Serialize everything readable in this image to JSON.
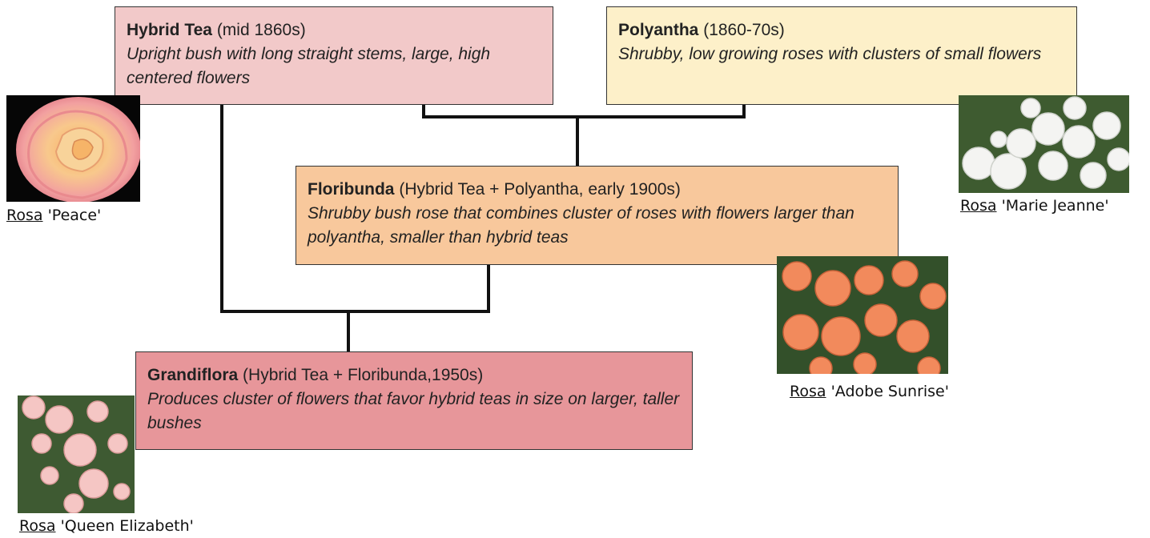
{
  "boxes": {
    "hybrid_tea": {
      "title": "Hybrid Tea",
      "date": "(mid 1860s)",
      "desc": "Upright bush with long straight stems, large, high centered flowers",
      "color": "#f2c9c9"
    },
    "polyantha": {
      "title": "Polyantha",
      "date": "(1860-70s)",
      "desc": "Shrubby, low growing roses with clusters of small flowers",
      "color": "#fdf0c9"
    },
    "floribunda": {
      "title": "Floribunda",
      "date": "(Hybrid Tea + Polyantha, early 1900s)",
      "desc": "Shrubby bush rose that combines cluster of roses with flowers larger than polyantha, smaller than hybrid teas",
      "color": "#f8c89c"
    },
    "grandiflora": {
      "title": "Grandiflora",
      "date": "(Hybrid Tea + Floribunda,1950s)",
      "desc": "Produces cluster of flowers that favor hybrid teas in size on larger, taller bushes",
      "color": "#e7969a"
    }
  },
  "captions": {
    "peace": {
      "genus": "Rosa",
      "cultivar": "'Peace'"
    },
    "marie_jeanne": {
      "genus": "Rosa",
      "cultivar": "'Marie Jeanne'"
    },
    "adobe_sunrise": {
      "genus": "Rosa",
      "cultivar": "'Adobe Sunrise'"
    },
    "queen_elizabeth": {
      "genus": "Rosa",
      "cultivar": "'Queen Elizabeth'"
    }
  }
}
